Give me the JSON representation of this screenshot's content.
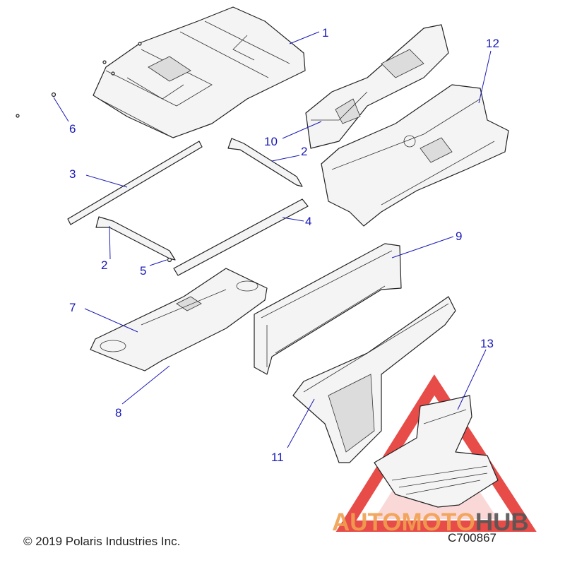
{
  "callouts": [
    {
      "id": "c1",
      "label": "1"
    },
    {
      "id": "c2a",
      "label": "2"
    },
    {
      "id": "c2b",
      "label": "2"
    },
    {
      "id": "c3",
      "label": "3"
    },
    {
      "id": "c4",
      "label": "4"
    },
    {
      "id": "c5",
      "label": "5"
    },
    {
      "id": "c6",
      "label": "6"
    },
    {
      "id": "c7",
      "label": "7"
    },
    {
      "id": "c8",
      "label": "8"
    },
    {
      "id": "c9",
      "label": "9"
    },
    {
      "id": "c10",
      "label": "10"
    },
    {
      "id": "c11",
      "label": "11"
    },
    {
      "id": "c12",
      "label": "12"
    },
    {
      "id": "c13",
      "label": "13"
    }
  ],
  "footer": {
    "copyright": "© 2019 Polaris Industries Inc.",
    "figure_code": "C700867"
  },
  "watermark": {
    "word_part_1": "AUTOMOTO",
    "word_part_2": "HUB",
    "color_1": "#f0a050",
    "color_2": "#555555",
    "triangle_color": "#e53935"
  },
  "colors": {
    "callout": "#1a1ab8"
  }
}
